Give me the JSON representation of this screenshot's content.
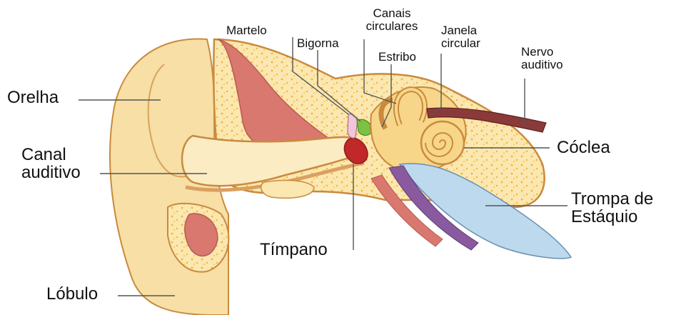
{
  "diagram": {
    "labels": {
      "orelha": "Orelha",
      "canal_line1": "Canal",
      "canal_line2": "auditivo",
      "lobulo": "Lóbulo",
      "martelo": "Martelo",
      "bigorna": "Bigorna",
      "canais_line1": "Canais",
      "canais_line2": "circulares",
      "estribo": "Estribo",
      "janela_line1": "Janela",
      "janela_line2": "circular",
      "nervo_line1": "Nervo",
      "nervo_line2": "auditivo",
      "coclea": "Cóclea",
      "trompa_line1": "Trompa de",
      "trompa_line2": "Estáquio",
      "timpano": "Tímpano"
    },
    "colors": {
      "skin": "#f7dfa6",
      "skin_light": "#fbecc4",
      "outline": "#c98a3e",
      "bone": "#fbe7b0",
      "bone_dots": "#f2b640",
      "canal_wall": "#d9a060",
      "muscle": "#d9786e",
      "eardrum": "#c0282a",
      "nerve": "#8b3a3a",
      "tube_blue": "#bcd9ee",
      "tube_purple": "#8a5aa0",
      "ossicle_green": "#7cc242",
      "leader": "#555555"
    }
  }
}
